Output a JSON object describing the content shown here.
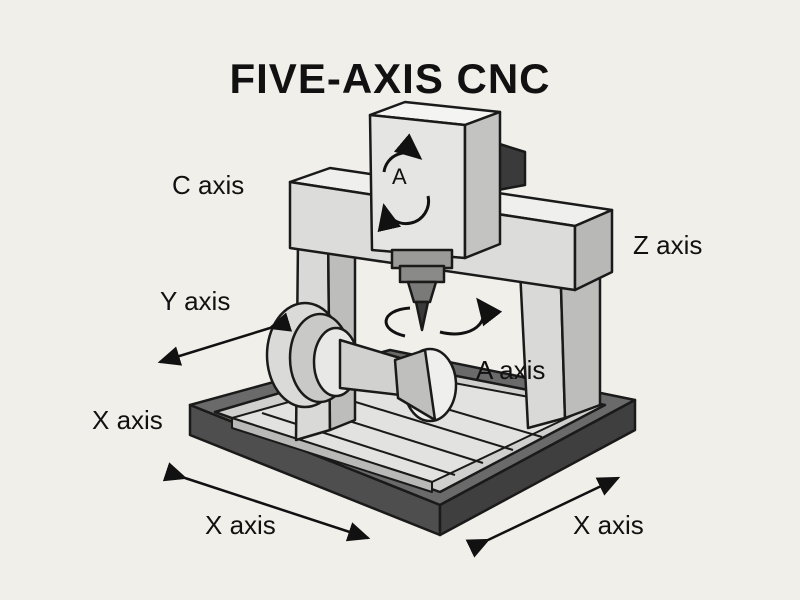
{
  "title": "FIVE-AXIS CNC",
  "labels": {
    "c_axis": "C axis",
    "z_axis": "Z axis",
    "y_axis": "Y axis",
    "a_axis": "A axis",
    "x_axis_left": "X axis",
    "x_axis_bottom_left": "X axis",
    "x_axis_bottom_right": "X axis",
    "spindle_head_letter": "A"
  },
  "colors": {
    "background": "#f1efea",
    "outline": "#1a1a1a",
    "base_dark": "#5a5a5a",
    "light_gray": "#e3e3e1",
    "mid_gray": "#c4c4c2"
  }
}
